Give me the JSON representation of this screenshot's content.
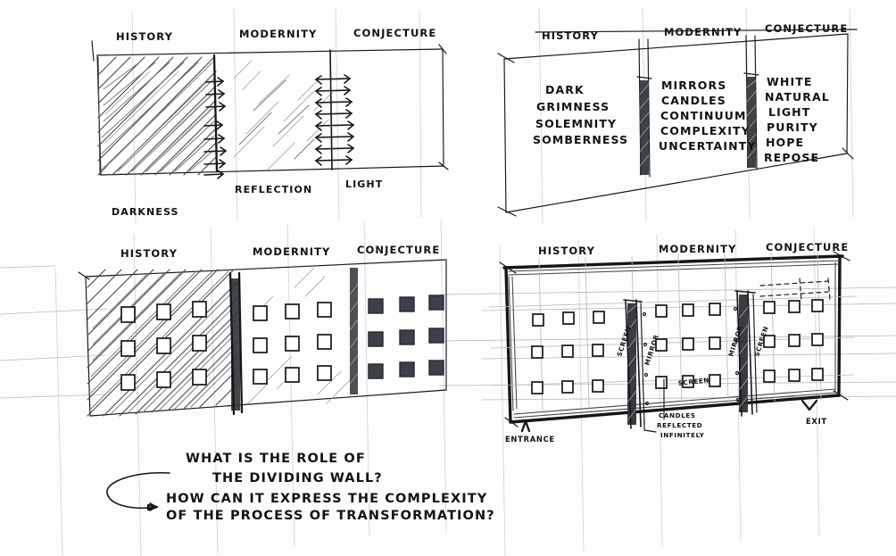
{
  "document": {
    "type": "architectural-concept-sketch",
    "medium": "pen-on-paper",
    "panel_count": 4
  },
  "zones": {
    "history": "HISTORY",
    "modernity": "MODERNITY",
    "conjecture": "CONJECTURE"
  },
  "panels": {
    "top_left": {
      "name": "light-gradient-elevation",
      "headers": [
        "HISTORY",
        "MODERNITY",
        "CONJECTURE"
      ],
      "captions": [
        "DARKNESS",
        "REFLECTION",
        "LIGHT"
      ],
      "arrow_groups": [
        {
          "name": "darkness-edge-arrows",
          "direction": "right",
          "count": 8
        },
        {
          "name": "second-wall-arrows",
          "direction": "bidirectional",
          "count": 9
        }
      ]
    },
    "top_right": {
      "name": "keyword-elevation",
      "headers": [
        "HISTORY",
        "MODERNITY",
        "CONJECTURE"
      ],
      "columns": [
        {
          "zone": "HISTORY",
          "words": [
            "DARK",
            "GRIMNESS",
            "SOLEMNITY",
            "SOMBERNESS"
          ]
        },
        {
          "zone": "MODERNITY",
          "words": [
            "MIRRORS",
            "CANDLES",
            "CONTINUUM",
            "COMPLEXITY",
            "UNCERTAINTY"
          ]
        },
        {
          "zone": "CONJECTURE",
          "words": [
            "WHITE",
            "NATURAL",
            "LIGHT",
            "PURITY",
            "HOPE",
            "REPOSE"
          ]
        }
      ],
      "dividers": [
        "hatched-wall-1",
        "hatched-wall-2"
      ]
    },
    "bottom_left": {
      "name": "aperture-elevation",
      "headers": [
        "HISTORY",
        "MODERNITY",
        "CONJECTURE"
      ],
      "aperture_grid": {
        "rows": 3,
        "cols": 3
      },
      "aperture_styles": [
        "recessed-in-dark-hatch",
        "outline-open",
        "solid-filled"
      ]
    },
    "bottom_right": {
      "name": "plan-perspective",
      "headers": [
        "HISTORY",
        "MODERNITY",
        "CONJECTURE"
      ],
      "labels": {
        "entrance": "ENTRANCE",
        "exit": "EXIT",
        "screen_left": "SCREEN",
        "mirror_left": "MIRROR",
        "mirror_right": "MIRROR",
        "screen_right": "SCREEN",
        "screen_floor": "SCREEN",
        "note": [
          "CANDLES",
          "REFLECTED",
          "INFINITELY"
        ]
      },
      "aperture_grid": {
        "rows": 3,
        "cols": 3
      }
    }
  },
  "questions": {
    "q1_line1": "WHAT IS THE ROLE OF",
    "q1_line2": "THE DIVIDING WALL?",
    "q2_line1": "HOW CAN IT EXPRESS THE COMPLEXITY",
    "q2_line2": "OF THE PROCESS OF TRANSFORMATION?"
  },
  "colors": {
    "paper": "#fdfdfd",
    "ink": "#161616",
    "hatch_dark": "#3f4449",
    "hatch_light": "#9aa0a6",
    "construction_line": "#b9bcc0",
    "wall_fill": "#2e3338"
  }
}
